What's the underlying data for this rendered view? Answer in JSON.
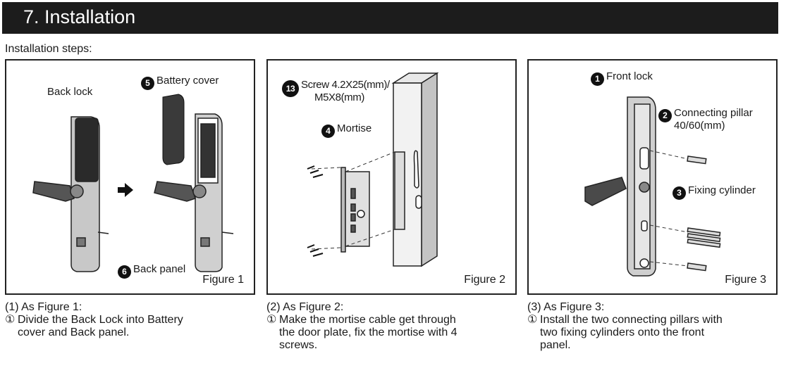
{
  "header": {
    "title": "7. Installation"
  },
  "steps_label": "Installation steps:",
  "figures": [
    {
      "caption": "Figure 1",
      "labels": {
        "back_lock": "Back lock",
        "battery_cover_num": "5",
        "battery_cover": "Battery cover",
        "back_panel_num": "6",
        "back_panel": "Back panel"
      }
    },
    {
      "caption": "Figure 2",
      "labels": {
        "screw_num": "13",
        "screw_line1": "Screw 4.2X25(mm)/",
        "screw_line2": "M5X8(mm)",
        "mortise_num": "4",
        "mortise": "Mortise"
      }
    },
    {
      "caption": "Figure 3",
      "labels": {
        "front_lock_num": "1",
        "front_lock": "Front lock",
        "pillar_num": "2",
        "pillar_line1": "Connecting pillar",
        "pillar_line2": "40/60(mm)",
        "cylinder_num": "3",
        "cylinder": "Fixing cylinder"
      }
    }
  ],
  "steps": [
    {
      "title": "(1) As Figure 1:",
      "marker": "①",
      "lines": [
        "Divide the Back Lock into Battery",
        "cover and Back panel."
      ]
    },
    {
      "title": "(2) As Figure 2:",
      "marker": "①",
      "lines": [
        "Make the mortise cable get  through",
        "the door plate, fix the  mortise with 4",
        "screws."
      ]
    },
    {
      "title": "(3) As Figure 3:",
      "marker": "①",
      "lines": [
        "Install the two connecting pillars with",
        "two fixing cylinders onto the front",
        "panel."
      ]
    }
  ]
}
